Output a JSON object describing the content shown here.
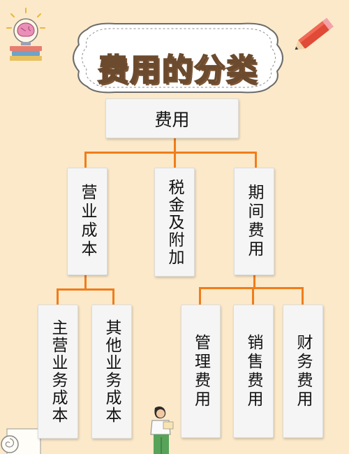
{
  "title": "费用的分类",
  "nodes": {
    "root": "费用",
    "level1": [
      "营业成本",
      "税金及附加",
      "期间费用"
    ],
    "operating_cost_children": [
      "主营业务成本",
      "其他业务成本"
    ],
    "period_expense_children": [
      "管理费用",
      "销售费用",
      "财务费用"
    ]
  },
  "colors": {
    "background": "#fbe9c9",
    "connector": "#f07d1a",
    "node_fill": "#f5f5f5",
    "title_fill": "#f6d2a6",
    "title_outline": "#6b4a2e"
  },
  "decorations": {
    "top_left_icon": "brain-lightbulb-icon",
    "top_right_icon": "pencil-icon",
    "bottom_left_icon": "paper-scroll-icon",
    "bottom_center_icon": "person-reading-illustration"
  }
}
